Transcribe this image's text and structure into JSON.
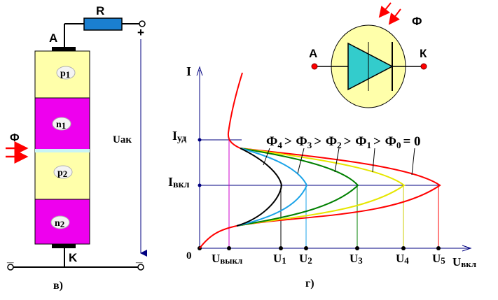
{
  "left_diagram": {
    "resistor_label": "R",
    "anode_label": "A",
    "cathode_label": "K",
    "plus_sign": "+",
    "minus_left": "_",
    "minus_right": "_",
    "flux_label": "Ф",
    "voltage_label": "Uак",
    "layers": [
      {
        "main": "p",
        "sub": "1",
        "color": "#ffffaa"
      },
      {
        "main": "n",
        "sub": "1",
        "color": "#ee00ee"
      },
      {
        "main": "p",
        "sub": "2",
        "color": "#ffffaa"
      },
      {
        "main": "n",
        "sub": "2",
        "color": "#ee00ee"
      }
    ],
    "caption": "в)"
  },
  "symbol": {
    "flux_label": "Ф",
    "anode_label": "А",
    "cathode_label": "К",
    "circle_color": "#ffffaa",
    "triangle_color": "#33cccc"
  },
  "graph": {
    "y_axis_label": "I",
    "origin_label": "0",
    "iud_label": {
      "main": "I",
      "sub": "уд"
    },
    "ivkl_label": {
      "main": "I",
      "sub": "вкл"
    },
    "uvykl_label": {
      "main": "U",
      "sub": "выкл"
    },
    "uvkl_label": {
      "main": "U",
      "sub": "вкл"
    },
    "u_ticks": [
      {
        "main": "U",
        "sub": "1"
      },
      {
        "main": "U",
        "sub": "2"
      },
      {
        "main": "U",
        "sub": "3"
      },
      {
        "main": "U",
        "sub": "4"
      },
      {
        "main": "U",
        "sub": "5"
      }
    ],
    "flux_order": [
      {
        "main": "Ф",
        "sub": "4",
        "op": ">"
      },
      {
        "main": "Ф",
        "sub": "3",
        "op": ">"
      },
      {
        "main": "Ф",
        "sub": "2",
        "op": ">"
      },
      {
        "main": "Ф",
        "sub": "1",
        "op": ">"
      },
      {
        "main": "Ф",
        "sub": "0",
        "op": "= 0"
      }
    ],
    "curve_colors": [
      "#000000",
      "#1aa3e8",
      "#008000",
      "#e6e600",
      "#ff0000"
    ],
    "caption": "г)"
  }
}
